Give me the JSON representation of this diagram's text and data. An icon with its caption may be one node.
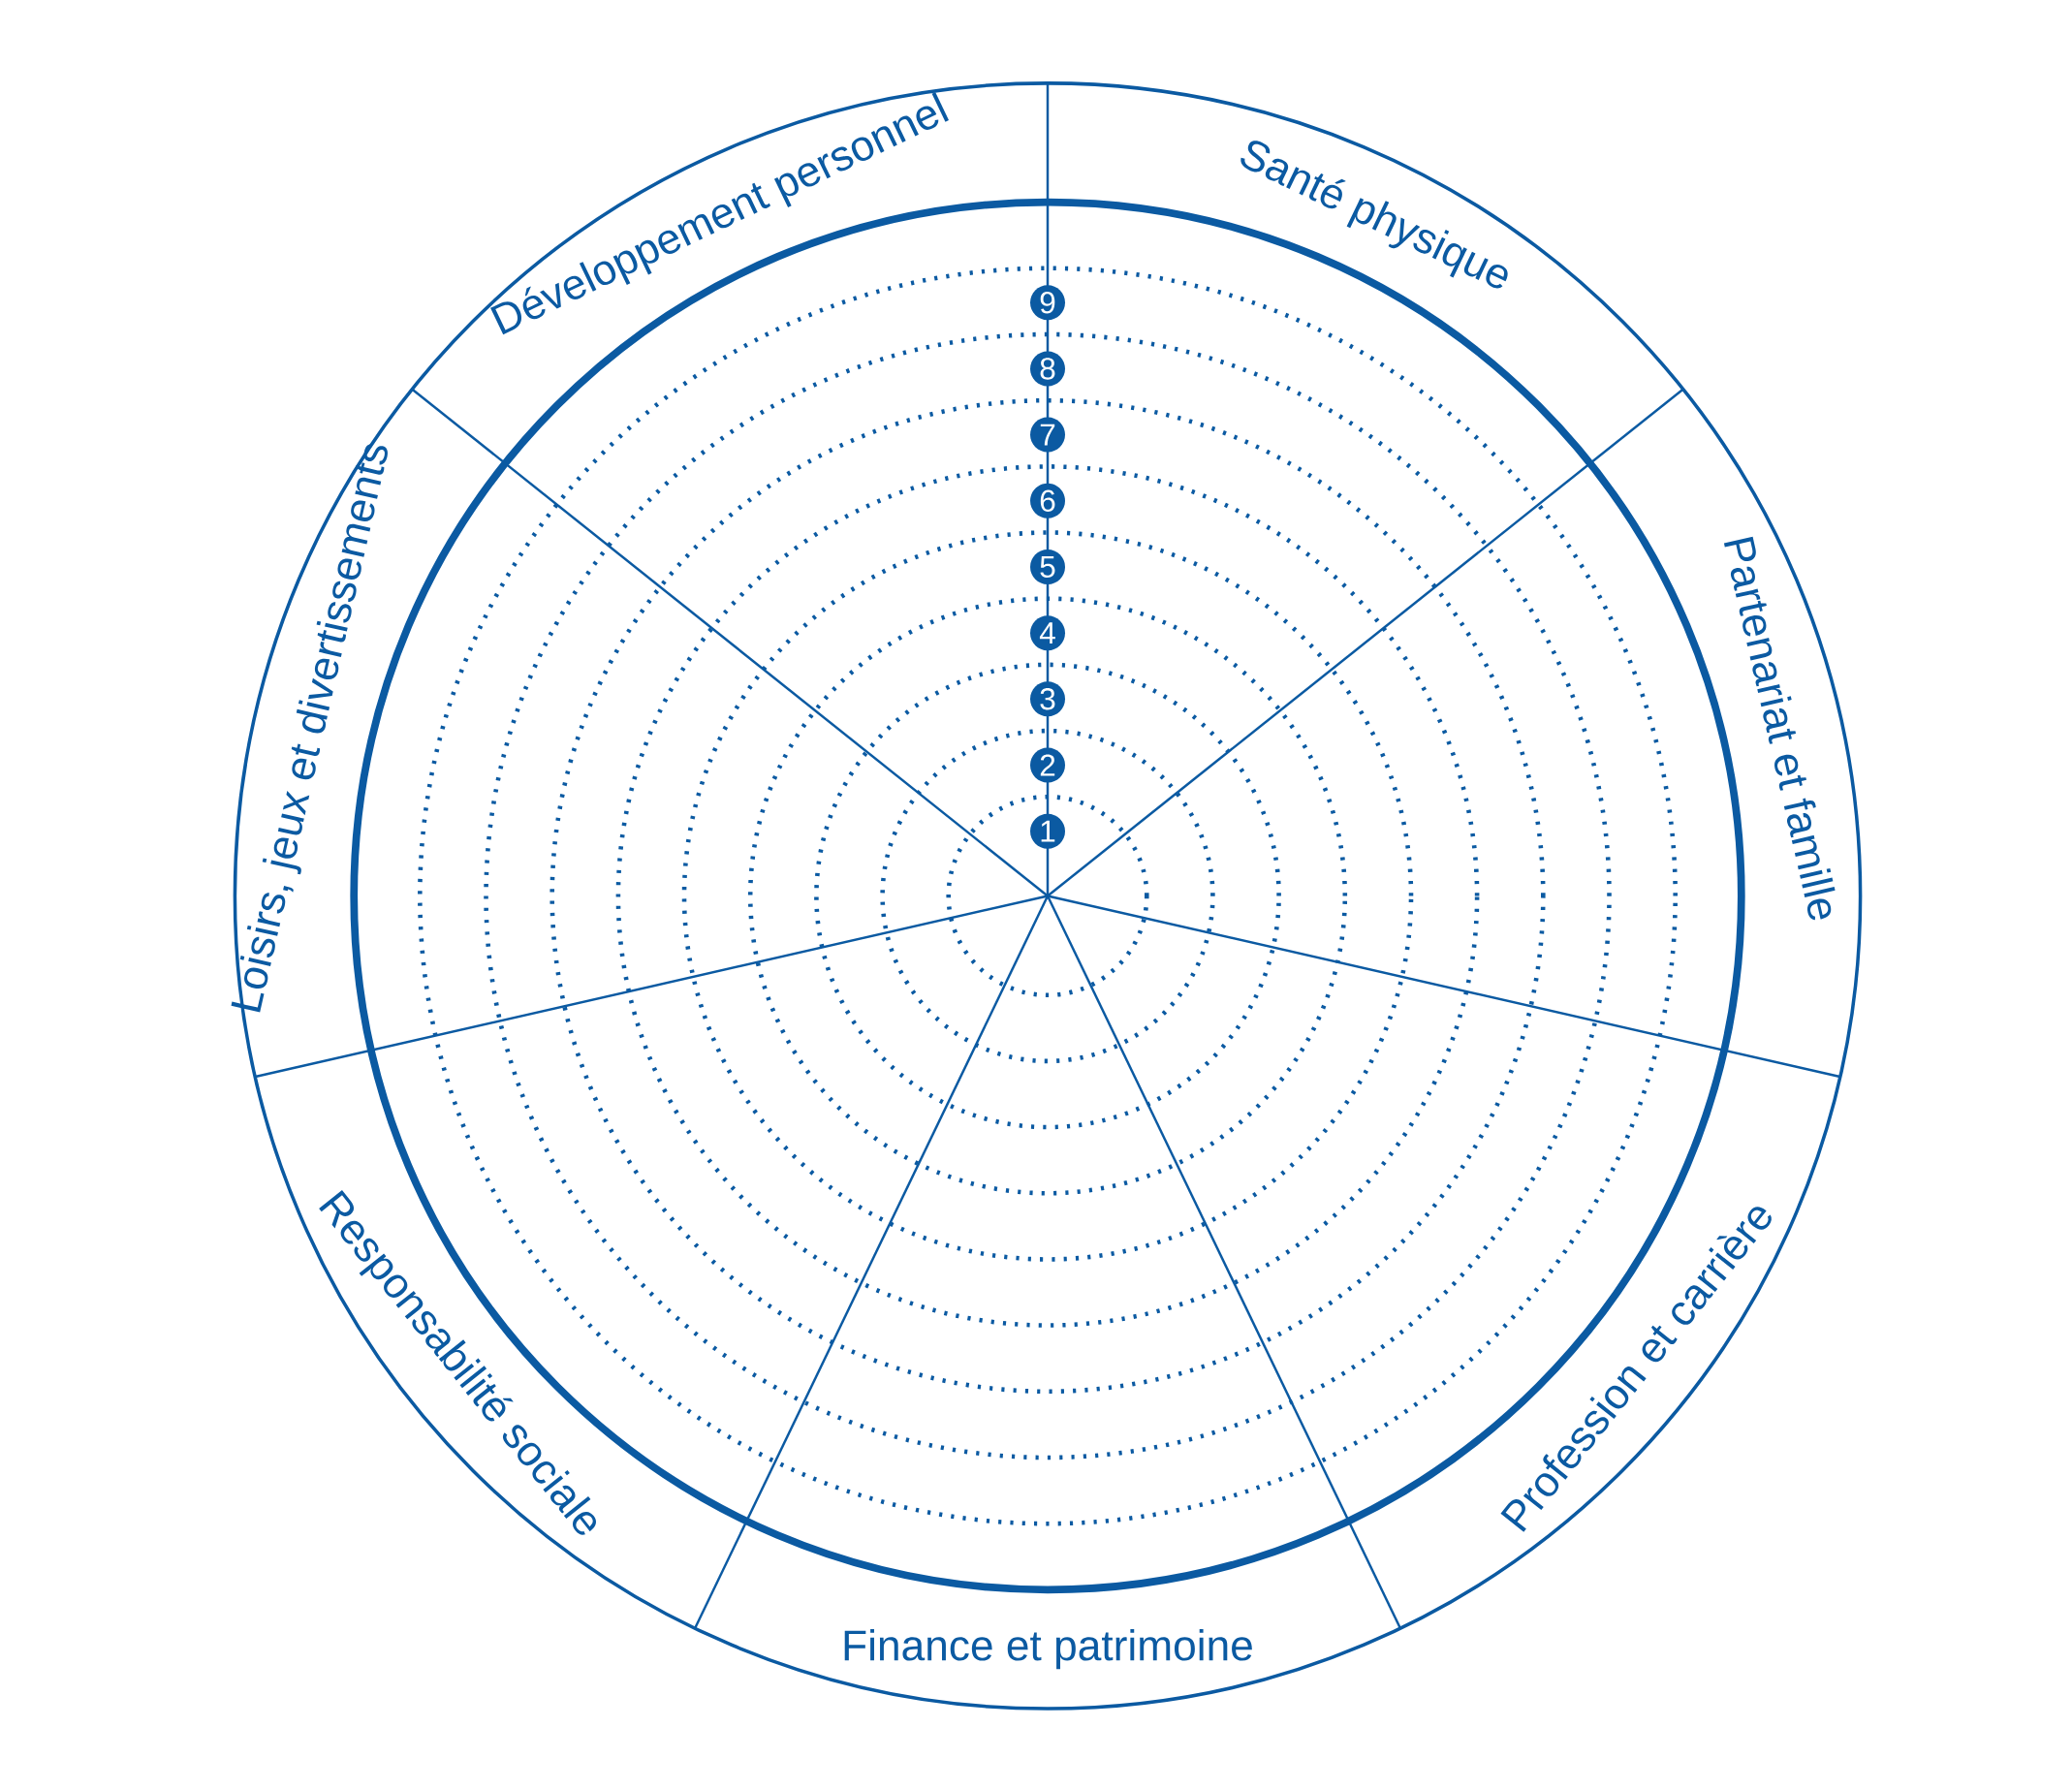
{
  "diagram": {
    "nodes": [
      {
        "text": [
          "Développement personnel"
        ]
      },
      {
        "text": [
          "Santé physique"
        ]
      },
      {
        "text": [
          "Partenariat et famille"
        ]
      },
      {
        "text": [
          "Profession et carrière"
        ]
      },
      {
        "text": [
          "Finance et patrimoine"
        ]
      },
      {
        "text": [
          "Responsabilité sociale"
        ]
      },
      {
        "text": [
          "Loisirs, jeux et divertissements"
        ]
      },
      {
        "text": [
          "1"
        ]
      },
      {
        "text": [
          "2"
        ]
      },
      {
        "text": [
          "3"
        ]
      },
      {
        "text": [
          "4"
        ]
      },
      {
        "text": [
          "5"
        ]
      },
      {
        "text": [
          "6"
        ]
      },
      {
        "text": [
          "7"
        ]
      },
      {
        "text": [
          "8"
        ]
      },
      {
        "text": [
          "9"
        ]
      }
    ]
  }
}
